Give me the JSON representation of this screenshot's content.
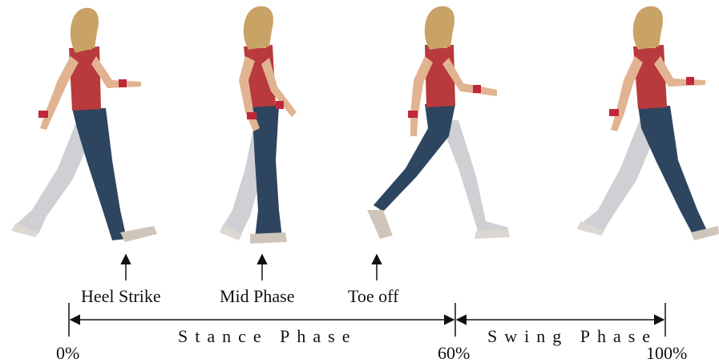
{
  "events": [
    {
      "label": "Heel Strike"
    },
    {
      "label": "Mid Phase"
    },
    {
      "label": "Toe off"
    }
  ],
  "phases": [
    {
      "label": "Stance Phase",
      "start": "0%",
      "end": "60%"
    },
    {
      "label": "Swing Phase",
      "start": "60%",
      "end": "100%"
    }
  ],
  "percent_marks": [
    "0%",
    "60%",
    "100%"
  ],
  "colors": {
    "shirt": "#b83a3c",
    "jeans": "#2e4560",
    "hair": "#c9a265",
    "skin": "#e1b391",
    "wristband": "#c0283a",
    "shoe": "#cfc6bb",
    "ghost_leg": "#c2c4c8"
  }
}
